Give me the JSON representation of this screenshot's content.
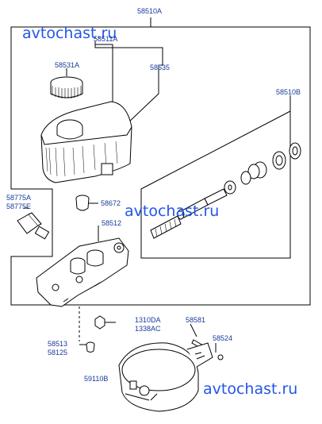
{
  "watermarks": [
    "avtochast.ru",
    "avtochast.ru",
    "avtochast.ru"
  ],
  "labels": {
    "l58510A": "58510A",
    "l58511A": "58511A",
    "l58531A": "58531A",
    "l58535": "58535",
    "l58510B": "58510B",
    "l58775A": "58775A",
    "l58775E": "58775E",
    "l58672": "58672",
    "l58512": "58512",
    "l1310DA": "1310DA",
    "l1338AC": "1338AC",
    "l58581": "58581",
    "l58524": "58524",
    "l58513": "58513",
    "l58125": "58125",
    "l59110B": "59110B"
  },
  "colors": {
    "label": "#1a3a9a",
    "watermark": "#2456e8",
    "line": "#000000"
  }
}
